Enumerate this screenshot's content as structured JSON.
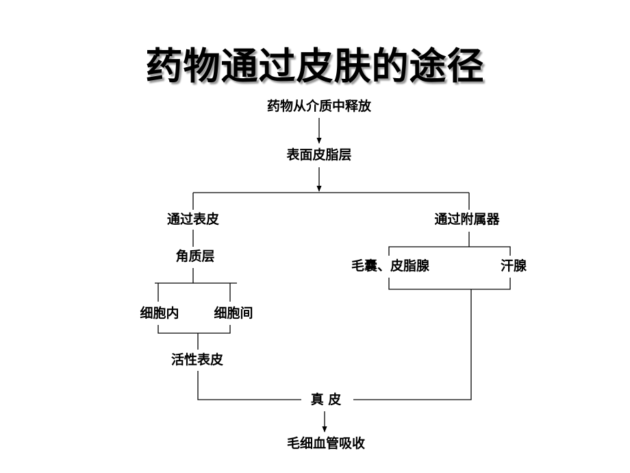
{
  "title": "药物通过皮肤的途径",
  "nodes": {
    "release": "药物从介质中释放",
    "surface_lipid": "表面皮脂层",
    "epidermis": "通过表皮",
    "appendages": "通过附属器",
    "stratum_corneum": "角质层",
    "follicle_sebaceous": "毛囊、皮脂腺",
    "sweat_gland": "汗腺",
    "intracellular": "细胞内",
    "intercellular": "细胞间",
    "viable_epidermis": "活性表皮",
    "dermis": "真 皮",
    "capillary_absorption": "毛细血管吸收"
  }
}
